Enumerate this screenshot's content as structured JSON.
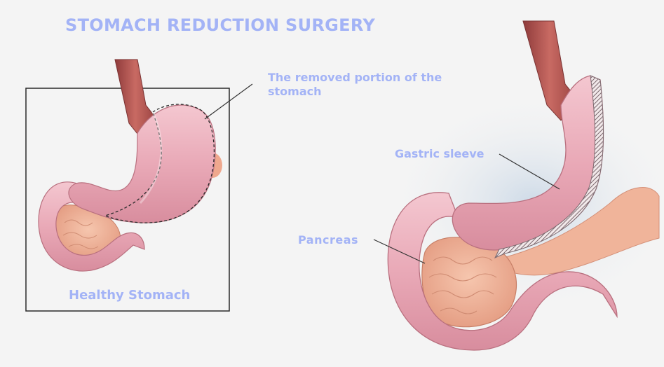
{
  "title": "STOMACH REDUCTION SURGERY",
  "labels": {
    "removed_portion": "The removed portion of the stomach",
    "gastric_sleeve": "Gastric sleeve",
    "pancreas": "Pancreas",
    "healthy_stomach": "Healthy Stomach"
  },
  "colors": {
    "label_text": "#a3b3f6",
    "background": "#f4f4f4",
    "stomach_pink": "#e8a9b6",
    "esophagus_red": "#b9534f",
    "pancreas_tan": "#f0b49c",
    "staple_line": "#8a6f76"
  }
}
